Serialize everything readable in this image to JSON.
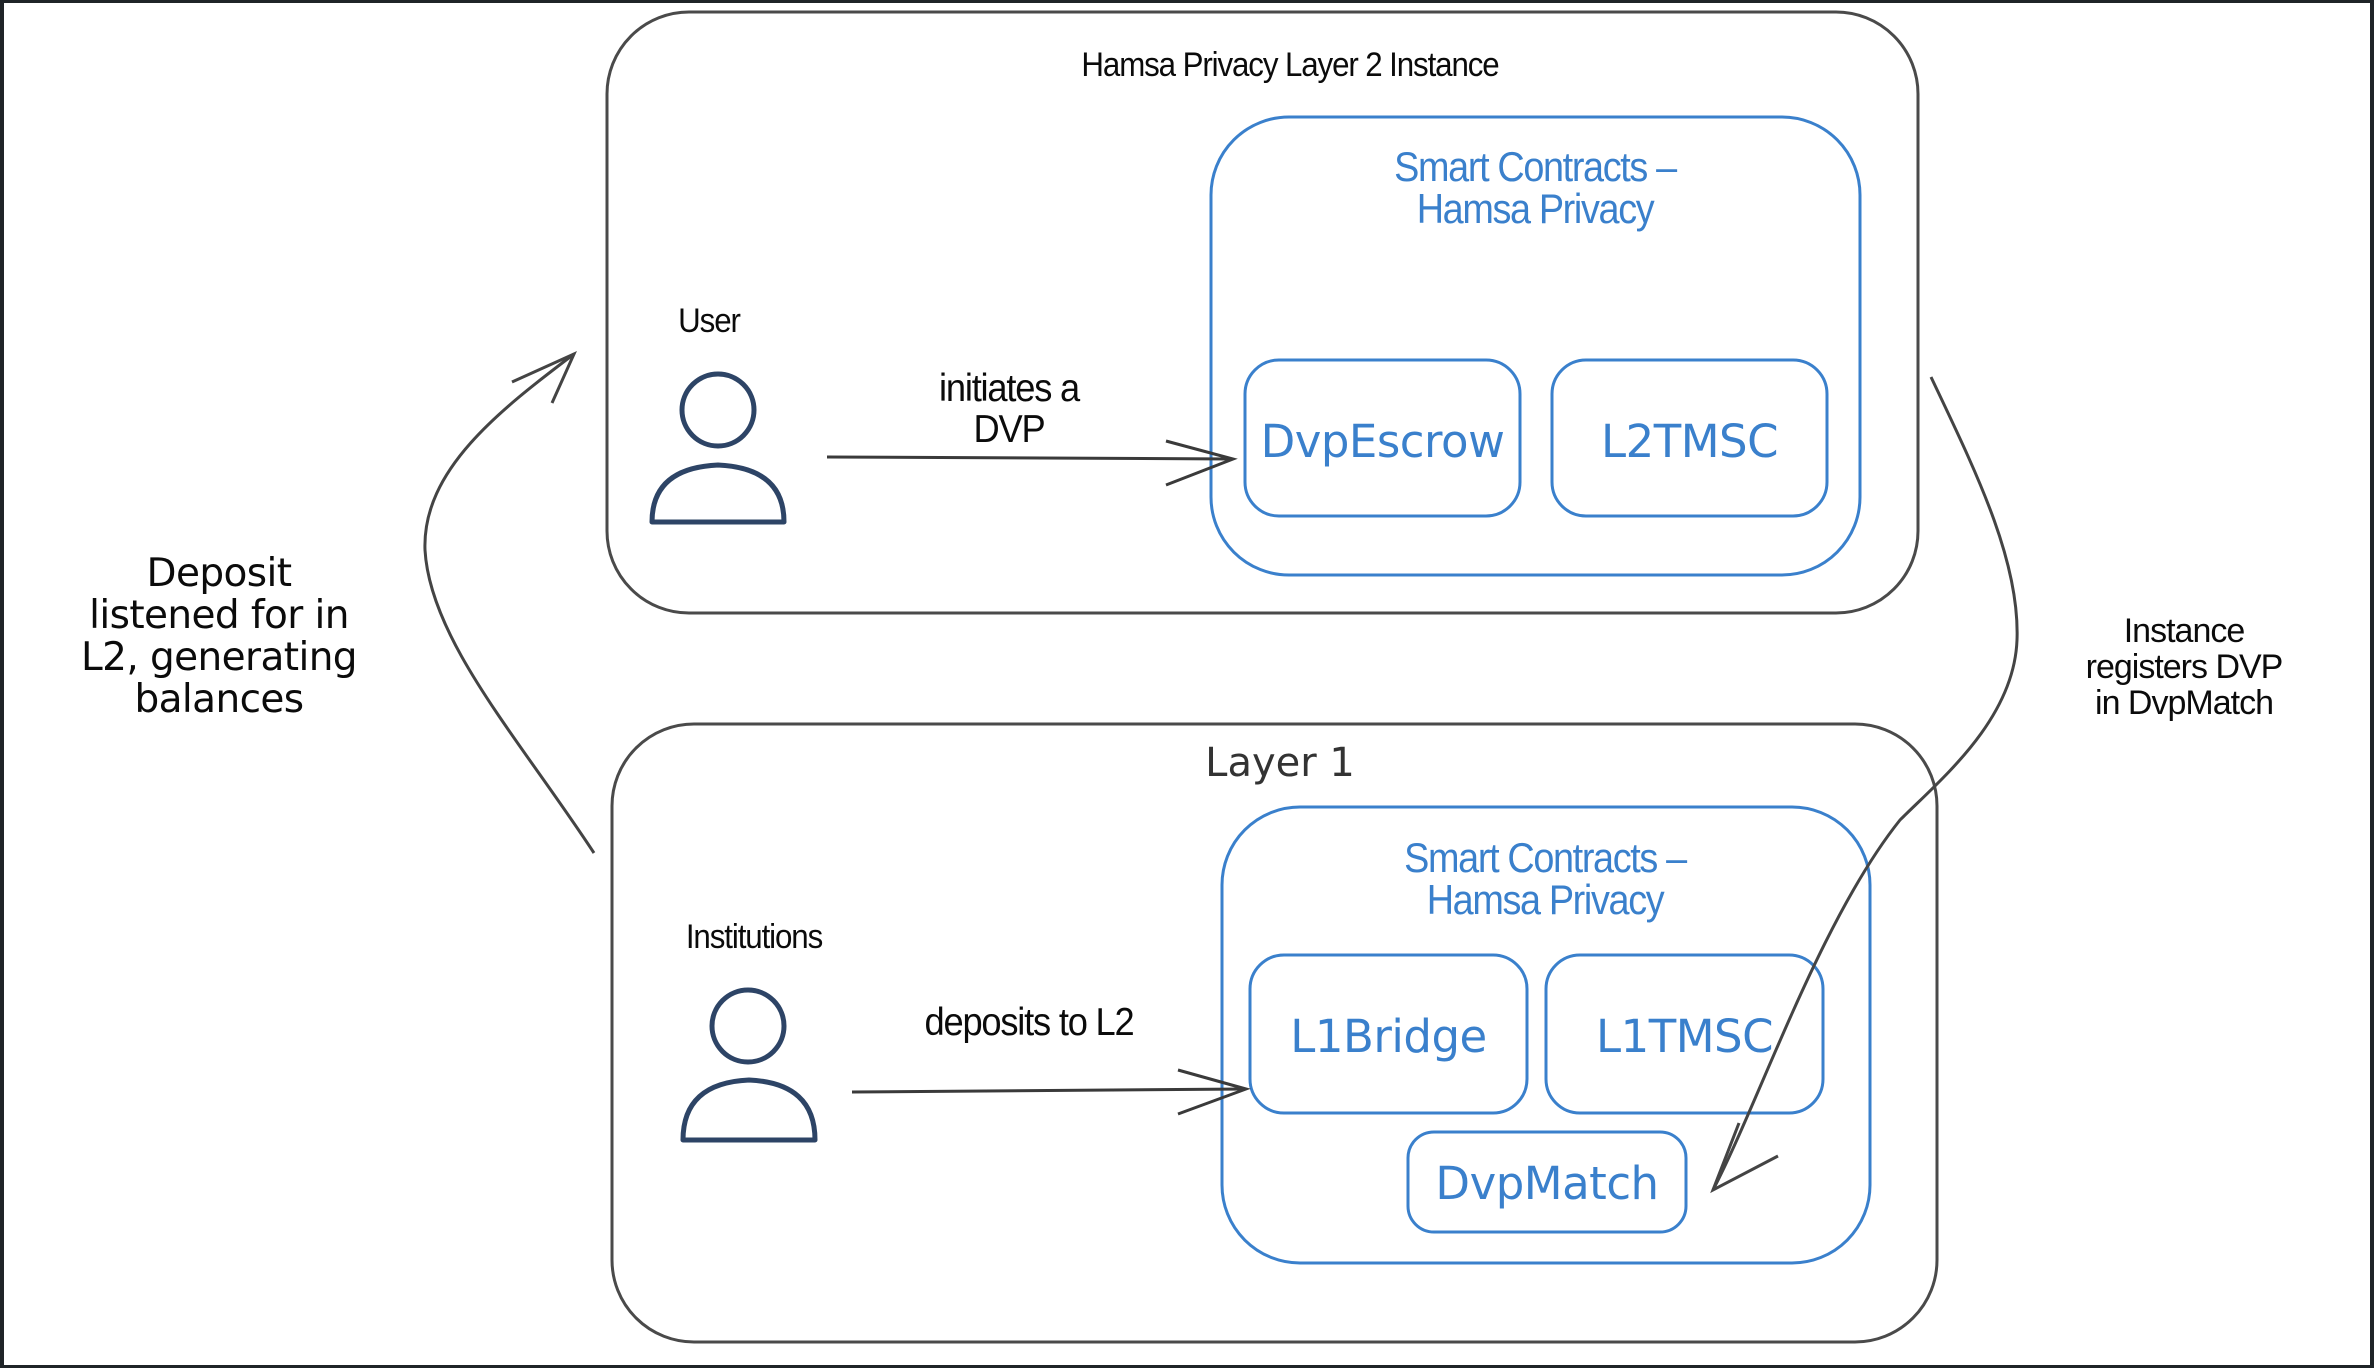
{
  "colors": {
    "frame": "#1f2428",
    "outline": "#4a4a4a",
    "accent_blue": "#3a80cc",
    "actor_icon": "#2d4466",
    "text": "#0b0b0b",
    "layer1_title": "#333333"
  },
  "layer2": {
    "title": "Hamsa Privacy Layer 2 Instance",
    "actor": {
      "label": "User",
      "icon": "person-icon"
    },
    "edge_label": [
      "initiates a",
      "DVP"
    ],
    "smart_contracts": {
      "title": [
        "Smart Contracts –",
        "Hamsa Privacy"
      ],
      "boxes": [
        "DvpEscrow",
        "L2TMSC"
      ]
    }
  },
  "layer1": {
    "title": "Layer 1",
    "actor": {
      "label": "Institutions",
      "icon": "person-icon"
    },
    "edge_label": "deposits to L2",
    "smart_contracts": {
      "title": [
        "Smart Contracts –",
        "Hamsa Privacy"
      ],
      "boxes": [
        "L1Bridge",
        "L1TMSC",
        "DvpMatch"
      ]
    }
  },
  "flows": {
    "left": [
      "Deposit",
      "listened for in",
      "L2, generating",
      "balances"
    ],
    "right": [
      "Instance",
      "registers DVP",
      "in DvpMatch"
    ]
  }
}
